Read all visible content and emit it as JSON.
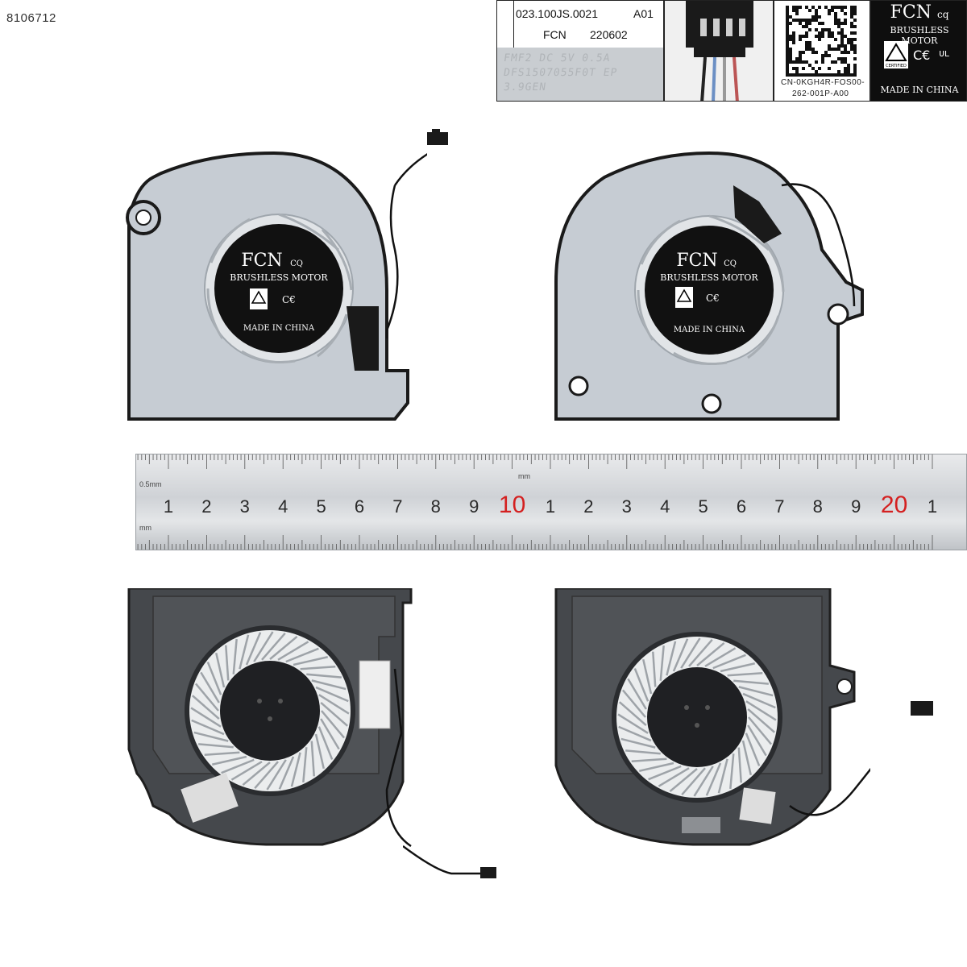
{
  "sku": "8106712",
  "label_panel": {
    "line1_part": "023.100JS.0021",
    "line1_rev": "A01",
    "line2_brand": "FCN",
    "line2_date": "220602",
    "embossed": [
      "FMF2 DC 5V 0.5A",
      "DFS1507055F0T EP",
      "3.9GEN"
    ]
  },
  "qr_panel": {
    "line1": "CN-0KGH4R-FOS00-",
    "line2": "262-001P-A00"
  },
  "brand_sticker": {
    "brand": "FCN",
    "brand_suffix": "cq",
    "motor": "BRUSHLESS MOTOR",
    "ce": "C€",
    "origin": "MADE IN CHINA",
    "cert": "CERTIFIED"
  },
  "fan_sticker": {
    "brand": "FCN",
    "suffix": "CQ",
    "motor": "BRUSHLESS MOTOR",
    "ce": "C€",
    "origin": "MADE IN CHINA"
  },
  "ruler": {
    "units_top": "0.5mm",
    "units_mid": "mm",
    "units_bottom": "mm",
    "numbers": [
      "1",
      "2",
      "3",
      "4",
      "5",
      "6",
      "7",
      "8",
      "9",
      "10",
      "1",
      "2",
      "3",
      "4",
      "5",
      "6",
      "7",
      "8",
      "9",
      "20",
      "1"
    ],
    "highlight_color": "#d42020",
    "number_color": "#2a2a2a"
  },
  "colors": {
    "fan_top_face": "#c6ccd3",
    "fan_bottom_face": "#45484c",
    "sticker": "#111111"
  }
}
